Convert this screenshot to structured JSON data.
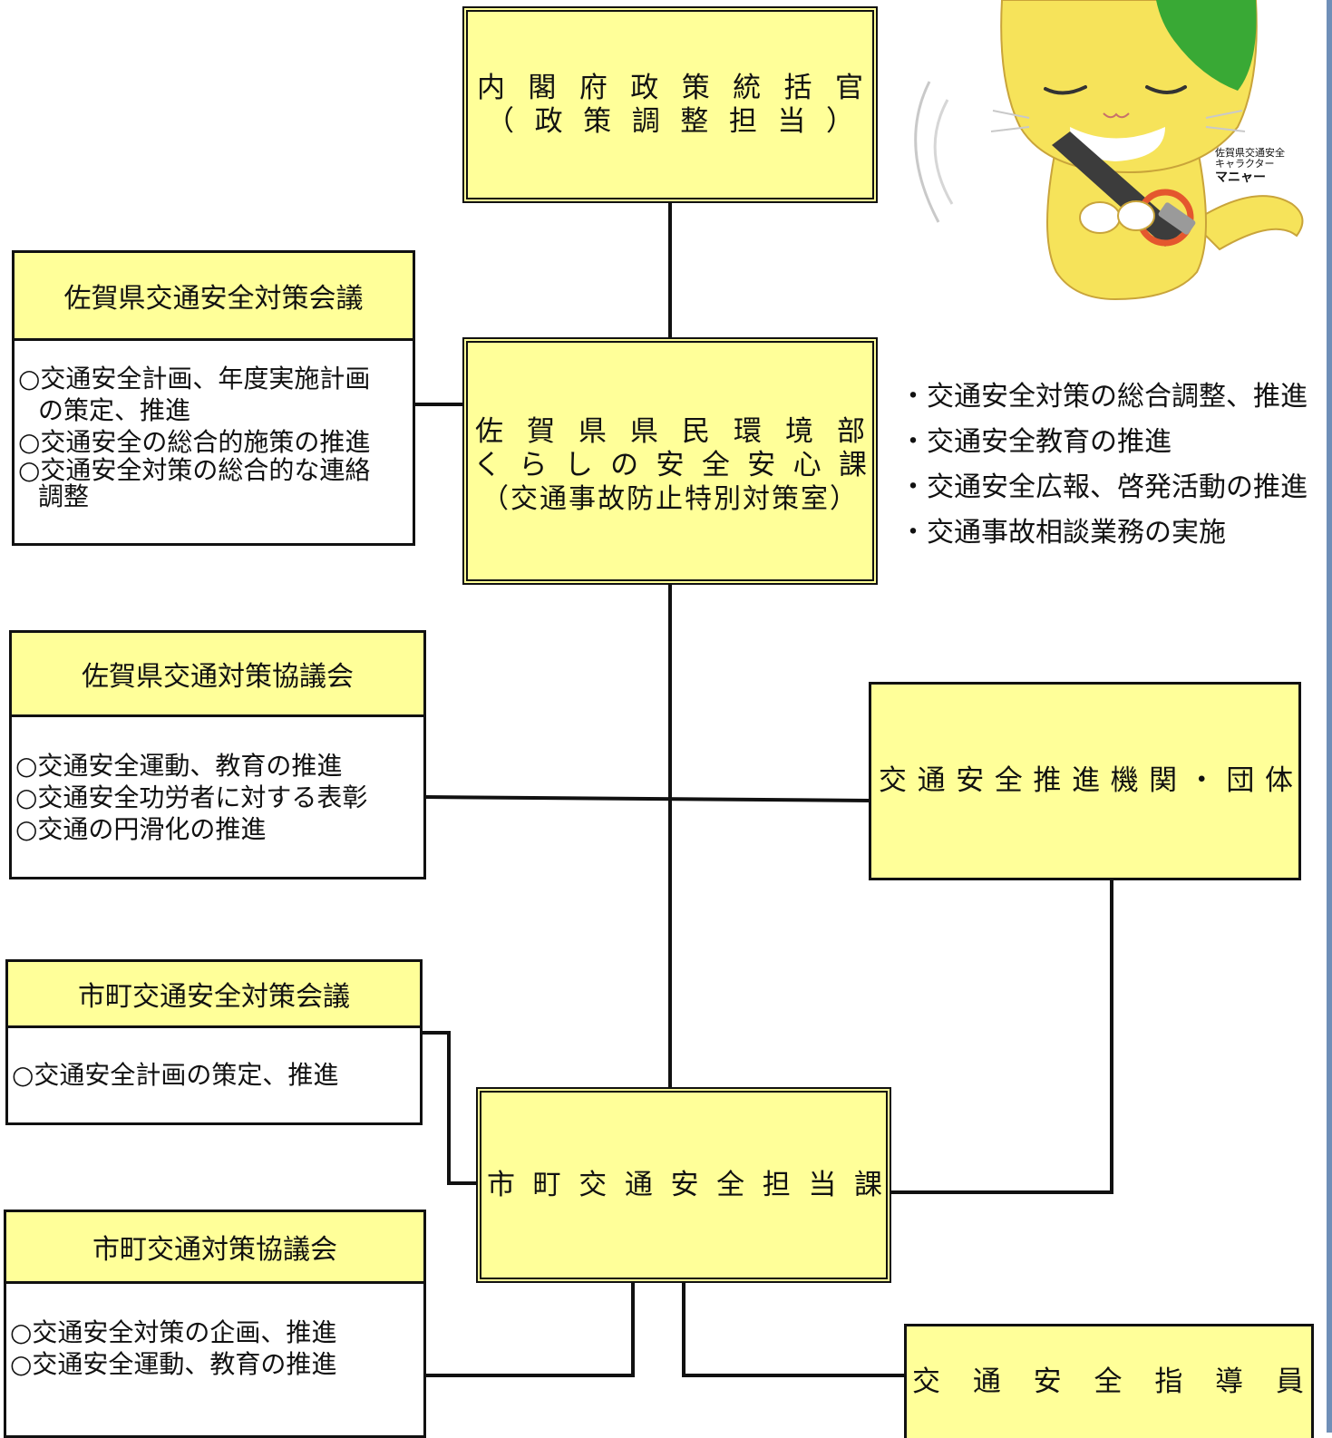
{
  "cabinet_office": {
    "line1": [
      "内",
      "閣",
      "府",
      "政",
      "策",
      "統",
      "括",
      "官"
    ],
    "line2": [
      "（",
      "政",
      "策",
      "調",
      "整",
      "担",
      "当",
      "）"
    ]
  },
  "prefecture_office": {
    "line1": [
      "佐",
      "賀",
      "県",
      "県",
      "民",
      "環",
      "境",
      "部"
    ],
    "line2": [
      "く",
      "ら",
      "し",
      "の",
      "安",
      "全",
      "安",
      "心",
      "課"
    ],
    "line3": "（交通事故防止特別対策室）"
  },
  "prefecture_duties": [
    "・交通安全対策の総合調整、推進",
    "・交通安全教育の推進",
    "・交通安全広報、啓発活動の推進",
    "・交通事故相談業務の実施"
  ],
  "pref_safety_council": {
    "title": "佐賀県交通安全対策会議",
    "items": [
      "○交通安全計画、年度実施計画",
      "の策定、推進",
      "○交通安全の総合的施策の推進",
      "○交通安全対策の総合的な連絡",
      "調整"
    ]
  },
  "pref_traffic_council": {
    "title": "佐賀県交通対策協議会",
    "items": [
      "○交通安全運動、教育の推進",
      "○交通安全功労者に対する表彰",
      "○交通の円滑化の推進"
    ]
  },
  "promotion_orgs": {
    "chars": [
      "交",
      "通",
      "安",
      "全",
      "推",
      "進",
      "機",
      "関",
      "・",
      "団",
      "体"
    ]
  },
  "city_safety_council": {
    "title": "市町交通安全対策会議",
    "items": [
      "○交通安全計画の策定、推進"
    ]
  },
  "city_section": {
    "chars": [
      "市",
      "町",
      "交",
      "通",
      "安",
      "全",
      "担",
      "当",
      "課"
    ]
  },
  "city_traffic_council": {
    "title": "市町交通対策協議会",
    "items": [
      "○交通安全対策の企画、推進",
      "○交通安全運動、教育の推進"
    ]
  },
  "instructors": {
    "chars": [
      "交",
      "通",
      "安",
      "全",
      "指",
      "導",
      "員"
    ]
  },
  "mascot": {
    "caption_line1": "佐賀県交通安全",
    "caption_line2": "キャラクター",
    "name": "マニャー"
  },
  "colors": {
    "box_fill": "#ffff99",
    "line": "#111111",
    "mascot_yellow": "#f6e35a",
    "mascot_green": "#39a935",
    "belt": "#3c3c3c",
    "buckle_ring": "#e4572e"
  },
  "icons": [
    "mascot-cat-illustration"
  ]
}
